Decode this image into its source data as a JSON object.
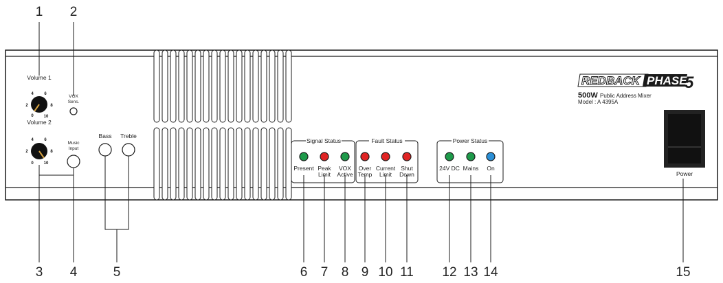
{
  "callouts": [
    "1",
    "2",
    "3",
    "4",
    "5",
    "6",
    "7",
    "8",
    "9",
    "10",
    "11",
    "12",
    "13",
    "14",
    "15"
  ],
  "controls": {
    "volume1": "Volume 1",
    "volume2": "Volume 2",
    "vox_sens_line1": "VOX",
    "vox_sens_line2": "Sens.",
    "music_input_line1": "Music",
    "music_input_line2": "Input",
    "bass": "Bass",
    "treble": "Treble",
    "knob_ticks": [
      "0",
      "2",
      "4",
      "6",
      "8",
      "10"
    ]
  },
  "signal_status": {
    "title": "Signal Status",
    "leds": [
      {
        "label1": "Present",
        "label2": "",
        "color": "#1e9a4a"
      },
      {
        "label1": "Peak",
        "label2": "Limit",
        "color": "#e02424"
      },
      {
        "label1": "VOX",
        "label2": "Active",
        "color": "#1e9a4a"
      }
    ]
  },
  "fault_status": {
    "title": "Fault Status",
    "leds": [
      {
        "label1": "Over",
        "label2": "Temp",
        "color": "#e02424"
      },
      {
        "label1": "Current",
        "label2": "Limit",
        "color": "#e02424"
      },
      {
        "label1": "Shut",
        "label2": "Down",
        "color": "#e02424"
      }
    ]
  },
  "power_status": {
    "title": "Power Status",
    "leds": [
      {
        "label1": "24V DC",
        "label2": "",
        "color": "#1e9a4a"
      },
      {
        "label1": "Mains",
        "label2": "",
        "color": "#1e9a4a"
      },
      {
        "label1": "On",
        "label2": "",
        "color": "#2b8fd6"
      }
    ]
  },
  "branding": {
    "logo_left": "REDBACK",
    "logo_right": "PHASE",
    "logo_num": "5",
    "wattage": "500W",
    "description": "Public Address Mixer",
    "model": "Model : A 4395A"
  },
  "power_switch": {
    "label": "Power"
  }
}
